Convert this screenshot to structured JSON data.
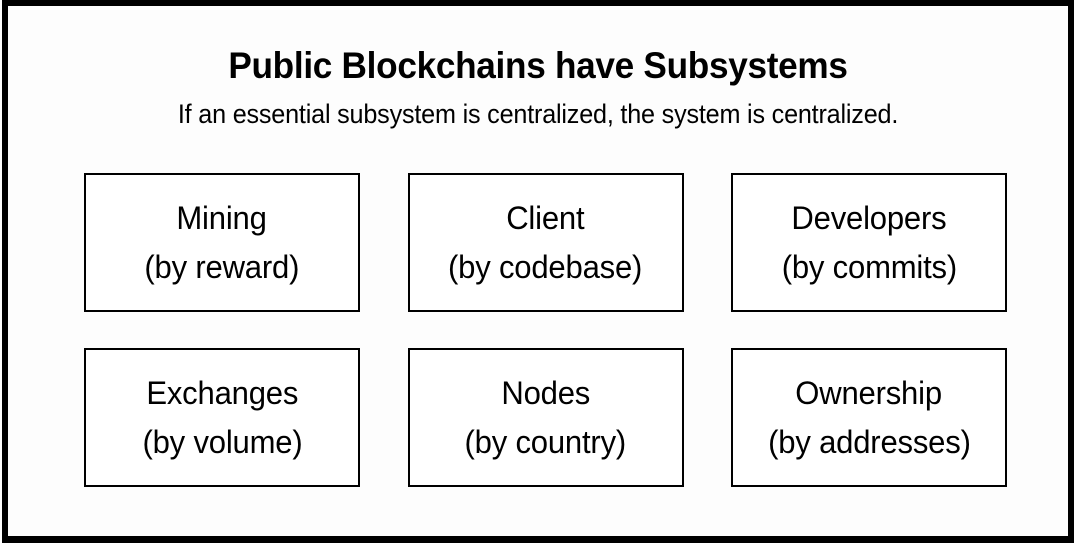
{
  "slide": {
    "title": "Public Blockchains have Subsystems",
    "subtitle": "If an essential subsystem is centralized, the system is centralized.",
    "frame_color": "#000000",
    "background_color": "#ffffff",
    "text_color": "#000000"
  },
  "subsystems": [
    {
      "name": "Mining",
      "metric": "(by reward)"
    },
    {
      "name": "Client",
      "metric": "(by codebase)"
    },
    {
      "name": "Developers",
      "metric": "(by commits)"
    },
    {
      "name": "Exchanges",
      "metric": "(by volume)"
    },
    {
      "name": "Nodes",
      "metric": "(by country)"
    },
    {
      "name": "Ownership",
      "metric": "(by addresses)"
    }
  ]
}
